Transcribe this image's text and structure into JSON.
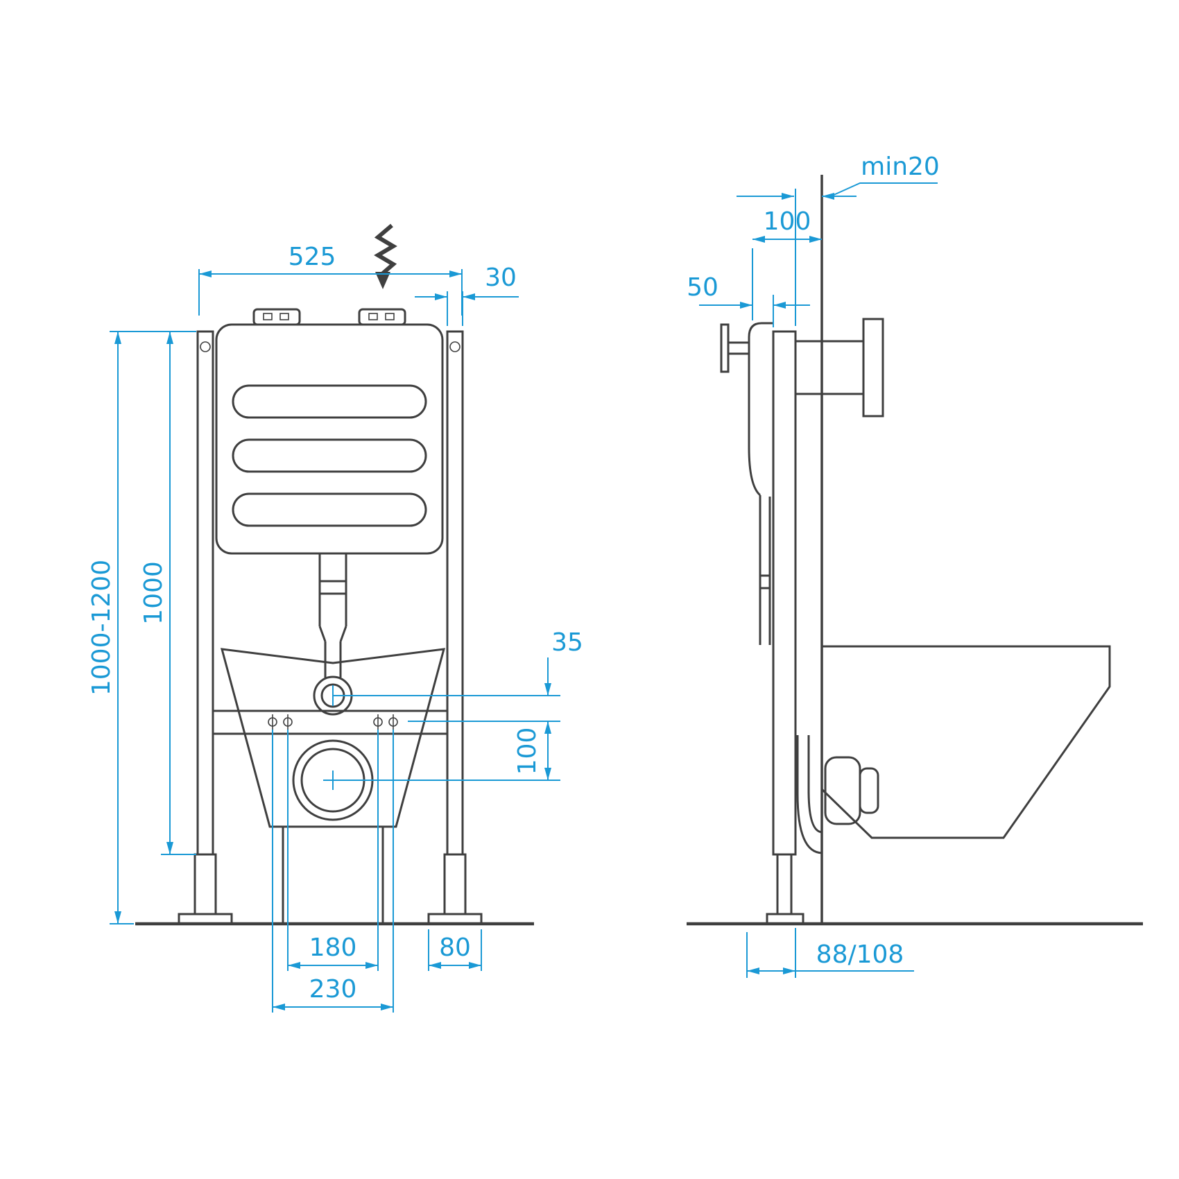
{
  "figure": {
    "kind": "technical-installation-drawing",
    "views": {
      "left": "front view",
      "right": "side view"
    }
  },
  "colors": {
    "line": "#3f3f3f",
    "dimension": "#1a99d5",
    "background": "#ffffff"
  },
  "front_view": {
    "dimensions": {
      "frame_width": "525",
      "profile_depth": "30",
      "overall_height": "1000-1200",
      "frame_height": "1000",
      "flush_offset": "35",
      "outlet_drop": "100",
      "bolt_spacing_narrow": "180",
      "foot_width": "80",
      "bolt_spacing_wide": "230"
    }
  },
  "side_view": {
    "dimensions": {
      "wall_clearance": "min20",
      "frame_depth": "100",
      "cistern_offset": "50",
      "outlet_depth": "88/108"
    }
  }
}
